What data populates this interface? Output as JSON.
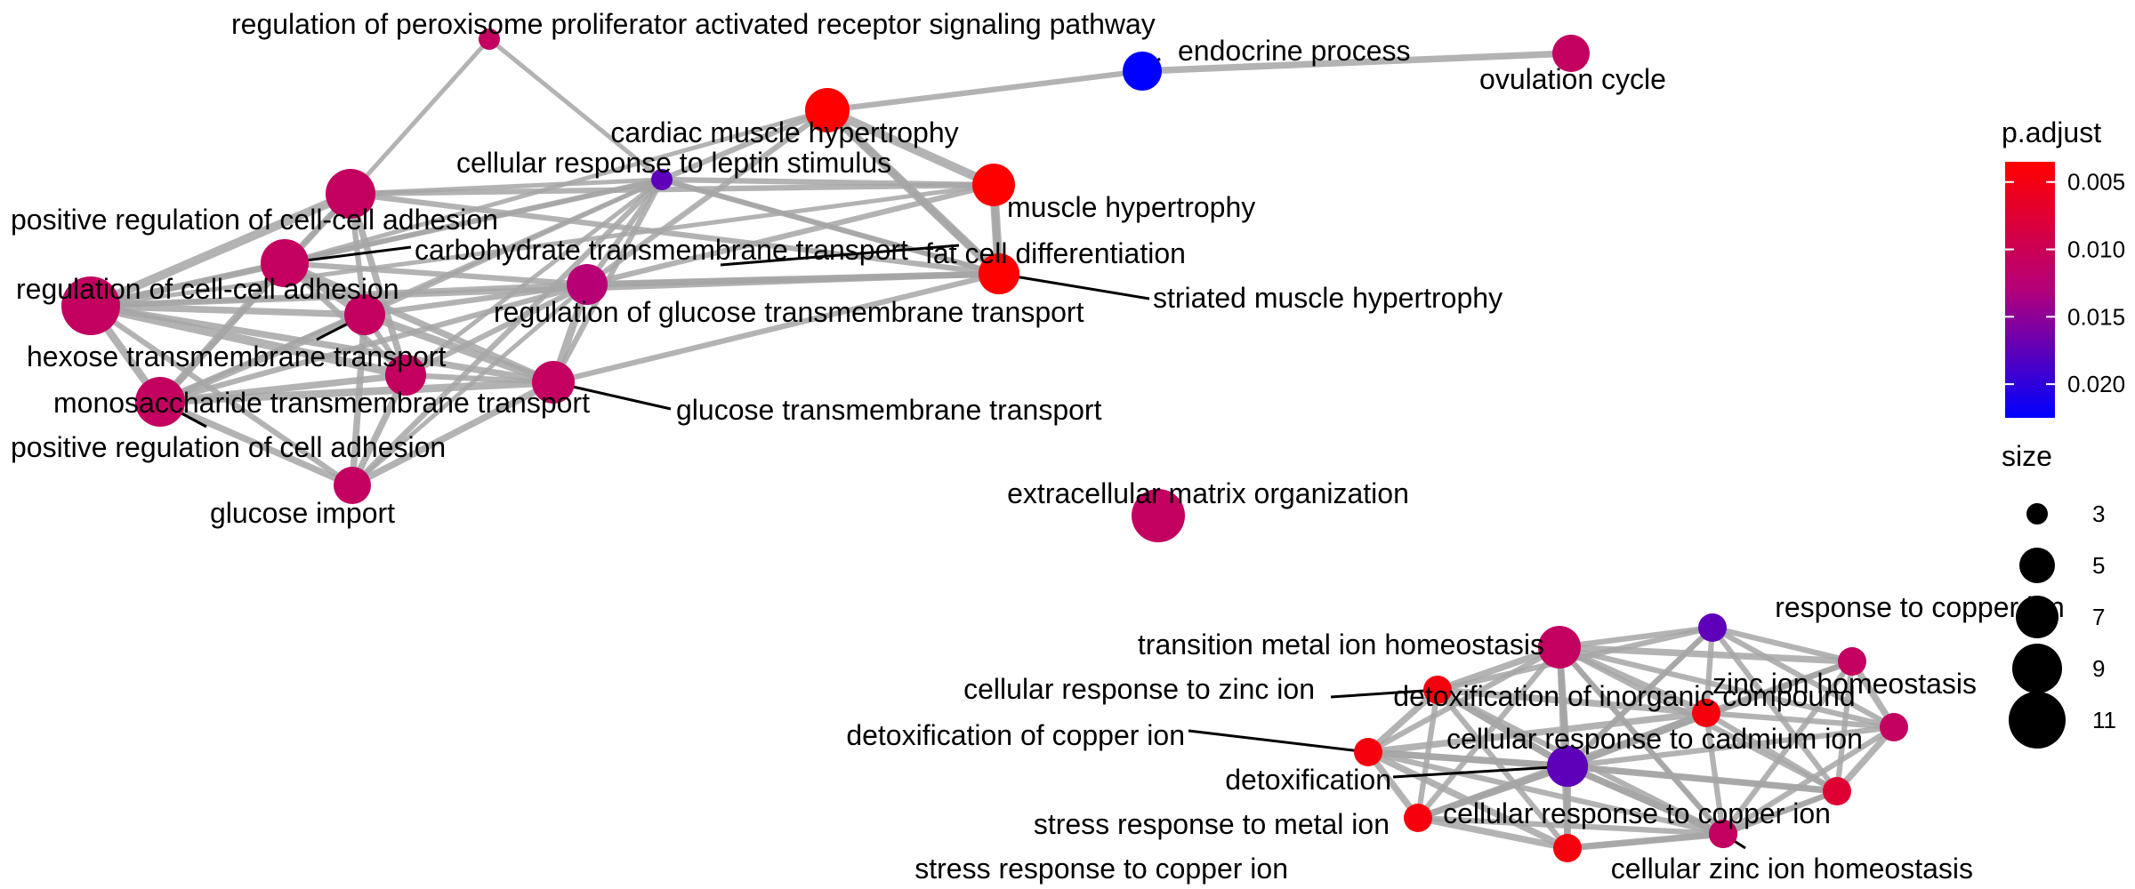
{
  "network": {
    "nodes": [
      {
        "id": "ppar",
        "label": "regulation of peroxisome proliferator activated receptor signaling pathway",
        "p_adjust": 0.011,
        "size": 3
      },
      {
        "id": "endocrine",
        "label": "endocrine process",
        "p_adjust": 0.0225,
        "size": 5
      },
      {
        "id": "ovulation",
        "label": "ovulation cycle",
        "p_adjust": 0.011,
        "size": 5
      },
      {
        "id": "cardiac",
        "label": "cardiac muscle hypertrophy",
        "p_adjust": 0.0035,
        "size": 6
      },
      {
        "id": "leptin",
        "label": "cellular response to leptin stimulus",
        "p_adjust": 0.0175,
        "size": 3
      },
      {
        "id": "musclehyp",
        "label": "muscle hypertrophy",
        "p_adjust": 0.0035,
        "size": 6
      },
      {
        "id": "fatcell",
        "label": "fat cell differentiation",
        "p_adjust": 0.0045,
        "size": 6
      },
      {
        "id": "striated",
        "label": "striated muscle hypertrophy",
        "p_adjust": 0.0035,
        "size": 6
      },
      {
        "id": "posccadh",
        "label": "positive regulation of cell-cell adhesion",
        "p_adjust": 0.011,
        "size": 7
      },
      {
        "id": "carbo",
        "label": "carbohydrate transmembrane transport",
        "p_adjust": 0.011,
        "size": 6
      },
      {
        "id": "regccadh",
        "label": "regulation of cell-cell adhesion",
        "p_adjust": 0.011,
        "size": 9
      },
      {
        "id": "regglucose",
        "label": "regulation of glucose transmembrane transport",
        "p_adjust": 0.0125,
        "size": 5
      },
      {
        "id": "hexose",
        "label": "hexose transmembrane transport",
        "p_adjust": 0.011,
        "size": 5
      },
      {
        "id": "mono",
        "label": "monosaccharide transmembrane transport",
        "p_adjust": 0.011,
        "size": 6
      },
      {
        "id": "glucosetrans",
        "label": "glucose transmembrane transport",
        "p_adjust": 0.011,
        "size": 5
      },
      {
        "id": "poscadh",
        "label": "positive regulation of cell adhesion",
        "p_adjust": 0.011,
        "size": 7
      },
      {
        "id": "glucoseimport",
        "label": "glucose import",
        "p_adjust": 0.011,
        "size": 5
      },
      {
        "id": "ecm",
        "label": "extracellular matrix organization",
        "p_adjust": 0.011,
        "size": 7
      },
      {
        "id": "copperion",
        "label": "response to copper ion",
        "p_adjust": 0.0175,
        "size": 4
      },
      {
        "id": "transition",
        "label": "transition metal ion homeostasis",
        "p_adjust": 0.011,
        "size": 7
      },
      {
        "id": "zinchomeo",
        "label": "zinc ion homeostasis",
        "p_adjust": 0.011,
        "size": 4
      },
      {
        "id": "cellzinc",
        "label": "cellular response to zinc ion",
        "p_adjust": 0.0045,
        "size": 4
      },
      {
        "id": "detoxinorg",
        "label": "detoxification of inorganic compound",
        "p_adjust": 0.0045,
        "size": 4
      },
      {
        "id": "extra1",
        "label": "",
        "p_adjust": 0.011,
        "size": 4
      },
      {
        "id": "detoxcopper",
        "label": "detoxification of copper ion",
        "p_adjust": 0.0045,
        "size": 4
      },
      {
        "id": "cadmium",
        "label": "cellular response to cadmium ion",
        "p_adjust": 0.0175,
        "size": 6
      },
      {
        "id": "extra2",
        "label": "",
        "p_adjust": 0.0075,
        "size": 4
      },
      {
        "id": "detox",
        "label": "detoxification",
        "p_adjust": 0.0175,
        "size": 6
      },
      {
        "id": "stressmetal",
        "label": "stress response to metal ion",
        "p_adjust": 0.0045,
        "size": 4
      },
      {
        "id": "cellcopper",
        "label": "cellular response to copper ion",
        "p_adjust": 0.0125,
        "size": 4
      },
      {
        "id": "stresscopper",
        "label": "stress response to copper ion",
        "p_adjust": 0.0045,
        "size": 4
      },
      {
        "id": "cellzinchomeo",
        "label": "cellular zinc ion homeostasis",
        "p_adjust": 0.011,
        "size": 4
      }
    ],
    "edges": [
      [
        "ppar",
        "posccadh",
        1
      ],
      [
        "ppar",
        "leptin",
        1
      ],
      [
        "endocrine",
        "ovulation",
        2
      ],
      [
        "endocrine",
        "cardiac",
        1.5
      ],
      [
        "cardiac",
        "musclehyp",
        3
      ],
      [
        "cardiac",
        "fatcell",
        2
      ],
      [
        "cardiac",
        "leptin",
        1.5
      ],
      [
        "cardiac",
        "regglucose",
        1.5
      ],
      [
        "cardiac",
        "striated",
        3
      ],
      [
        "cardiac",
        "carbo",
        1
      ],
      [
        "musclehyp",
        "striated",
        3
      ],
      [
        "musclehyp",
        "fatcell",
        2
      ],
      [
        "musclehyp",
        "leptin",
        1.5
      ],
      [
        "musclehyp",
        "posccadh",
        1.5
      ],
      [
        "musclehyp",
        "regglucose",
        1.5
      ],
      [
        "musclehyp",
        "regccadh",
        1
      ],
      [
        "leptin",
        "posccadh",
        1
      ],
      [
        "leptin",
        "regccadh",
        1.5
      ],
      [
        "leptin",
        "carbo",
        1
      ],
      [
        "leptin",
        "regglucose",
        1.5
      ],
      [
        "leptin",
        "fatcell",
        1.5
      ],
      [
        "leptin",
        "mono",
        1
      ],
      [
        "leptin",
        "glucosetrans",
        1.5
      ],
      [
        "leptin",
        "hexose",
        1
      ],
      [
        "leptin",
        "poscadh",
        1
      ],
      [
        "leptin",
        "glucoseimport",
        1.5
      ],
      [
        "leptin",
        "striated",
        1
      ],
      [
        "posccadh",
        "regccadh",
        3
      ],
      [
        "posccadh",
        "carbo",
        1.5
      ],
      [
        "posccadh",
        "hexose",
        1.5
      ],
      [
        "posccadh",
        "mono",
        1.5
      ],
      [
        "posccadh",
        "poscadh",
        2
      ],
      [
        "regccadh",
        "carbo",
        2
      ],
      [
        "regccadh",
        "hexose",
        2
      ],
      [
        "regccadh",
        "mono",
        2.5
      ],
      [
        "regccadh",
        "poscadh",
        3
      ],
      [
        "regccadh",
        "glucosetrans",
        2
      ],
      [
        "regccadh",
        "regglucose",
        1.5
      ],
      [
        "regccadh",
        "fatcell",
        1.5
      ],
      [
        "regccadh",
        "glucoseimport",
        1.5
      ],
      [
        "carbo",
        "regglucose",
        1.5
      ],
      [
        "carbo",
        "hexose",
        2.5
      ],
      [
        "carbo",
        "mono",
        2.5
      ],
      [
        "carbo",
        "glucosetrans",
        2
      ],
      [
        "carbo",
        "poscadh",
        1.5
      ],
      [
        "hexose",
        "mono",
        2.5
      ],
      [
        "hexose",
        "glucosetrans",
        2.5
      ],
      [
        "hexose",
        "poscadh",
        1.5
      ],
      [
        "hexose",
        "glucoseimport",
        2
      ],
      [
        "mono",
        "glucosetrans",
        2.5
      ],
      [
        "mono",
        "poscadh",
        2
      ],
      [
        "mono",
        "glucoseimport",
        2
      ],
      [
        "glucosetrans",
        "regglucose",
        2.5
      ],
      [
        "glucosetrans",
        "glucoseimport",
        2
      ],
      [
        "glucosetrans",
        "fatcell",
        1.5
      ],
      [
        "glucosetrans",
        "poscadh",
        1.5
      ],
      [
        "regglucose",
        "fatcell",
        2
      ],
      [
        "regglucose",
        "hexose",
        1.5
      ],
      [
        "regglucose",
        "mono",
        1.5
      ],
      [
        "regglucose",
        "striated",
        1.5
      ],
      [
        "regglucose",
        "poscadh",
        1.5
      ],
      [
        "regglucose",
        "glucoseimport",
        1
      ],
      [
        "fatcell",
        "striated",
        2
      ],
      [
        "fatcell",
        "posccadh",
        1.5
      ],
      [
        "poscadh",
        "glucoseimport",
        2
      ],
      [
        "transition",
        "copperion",
        1.5
      ],
      [
        "transition",
        "zinchomeo",
        2
      ],
      [
        "transition",
        "cellzinc",
        2
      ],
      [
        "transition",
        "detoxinorg",
        2
      ],
      [
        "transition",
        "detoxcopper",
        1.5
      ],
      [
        "transition",
        "cadmium",
        2
      ],
      [
        "transition",
        "detox",
        2
      ],
      [
        "transition",
        "stressmetal",
        1.5
      ],
      [
        "transition",
        "stresscopper",
        1.5
      ],
      [
        "transition",
        "cellcopper",
        1.5
      ],
      [
        "transition",
        "cellzinchomeo",
        1.5
      ],
      [
        "transition",
        "extra1",
        1.5
      ],
      [
        "transition",
        "extra2",
        1.5
      ],
      [
        "copperion",
        "zinchomeo",
        1.5
      ],
      [
        "copperion",
        "detoxinorg",
        1.5
      ],
      [
        "copperion",
        "cadmium",
        1.5
      ],
      [
        "copperion",
        "extra1",
        1.5
      ],
      [
        "copperion",
        "cellzinc",
        1.5
      ],
      [
        "copperion",
        "detox",
        1.5
      ],
      [
        "copperion",
        "extra2",
        1.5
      ],
      [
        "zinchomeo",
        "extra1",
        2
      ],
      [
        "zinchomeo",
        "cadmium",
        1.5
      ],
      [
        "zinchomeo",
        "detoxinorg",
        1.5
      ],
      [
        "zinchomeo",
        "extra2",
        1.5
      ],
      [
        "zinchomeo",
        "cellzinchomeo",
        1.5
      ],
      [
        "zinchomeo",
        "detox",
        1.5
      ],
      [
        "cellzinc",
        "detoxinorg",
        2
      ],
      [
        "cellzinc",
        "detoxcopper",
        2
      ],
      [
        "cellzinc",
        "cadmium",
        2
      ],
      [
        "cellzinc",
        "detox",
        2
      ],
      [
        "cellzinc",
        "stressmetal",
        1.5
      ],
      [
        "cellzinc",
        "cellcopper",
        1.5
      ],
      [
        "cellzinc",
        "stresscopper",
        1.5
      ],
      [
        "detoxinorg",
        "cadmium",
        2
      ],
      [
        "detoxinorg",
        "detox",
        2
      ],
      [
        "detoxinorg",
        "extra1",
        1.5
      ],
      [
        "detoxinorg",
        "detoxcopper",
        2
      ],
      [
        "detoxinorg",
        "extra2",
        1.5
      ],
      [
        "detoxinorg",
        "stressmetal",
        1.5
      ],
      [
        "detoxinorg",
        "cellcopper",
        1.5
      ],
      [
        "extra1",
        "cadmium",
        1.5
      ],
      [
        "extra1",
        "extra2",
        2
      ],
      [
        "extra1",
        "cellzinchomeo",
        1.5
      ],
      [
        "detoxcopper",
        "detox",
        2
      ],
      [
        "detoxcopper",
        "stressmetal",
        2
      ],
      [
        "detoxcopper",
        "cadmium",
        2
      ],
      [
        "detoxcopper",
        "stresscopper",
        2
      ],
      [
        "detoxcopper",
        "cellcopper",
        1.5
      ],
      [
        "cadmium",
        "detox",
        2.5
      ],
      [
        "cadmium",
        "cellcopper",
        2
      ],
      [
        "cadmium",
        "stresscopper",
        2
      ],
      [
        "cadmium",
        "stressmetal",
        2
      ],
      [
        "cadmium",
        "extra2",
        2
      ],
      [
        "cadmium",
        "cellzinchomeo",
        2
      ],
      [
        "detox",
        "stressmetal",
        2
      ],
      [
        "detox",
        "cellcopper",
        2
      ],
      [
        "detox",
        "stresscopper",
        2
      ],
      [
        "detox",
        "extra2",
        1.5
      ],
      [
        "detox",
        "cellzinchomeo",
        1.5
      ],
      [
        "stressmetal",
        "stresscopper",
        2
      ],
      [
        "stressmetal",
        "cellcopper",
        1.5
      ],
      [
        "cellcopper",
        "stresscopper",
        2
      ],
      [
        "cellcopper",
        "cellzinchomeo",
        2
      ],
      [
        "cellcopper",
        "extra2",
        1.5
      ],
      [
        "stresscopper",
        "cellzinchomeo",
        1.5
      ],
      [
        "extra2",
        "cellzinchomeo",
        1.5
      ]
    ]
  },
  "legend": {
    "color_title": "p.adjust",
    "color_ticks": [
      "0.005",
      "0.010",
      "0.015",
      "0.020"
    ],
    "color_range": [
      0.0035,
      0.0225
    ],
    "color_low": "#ff0000",
    "color_high": "#0000ff",
    "size_title": "size",
    "size_ticks": [
      "3",
      "5",
      "7",
      "9",
      "11"
    ]
  },
  "colors": {
    "edge": "#a6a6a6",
    "label": "#000000",
    "background": "#ffffff"
  }
}
